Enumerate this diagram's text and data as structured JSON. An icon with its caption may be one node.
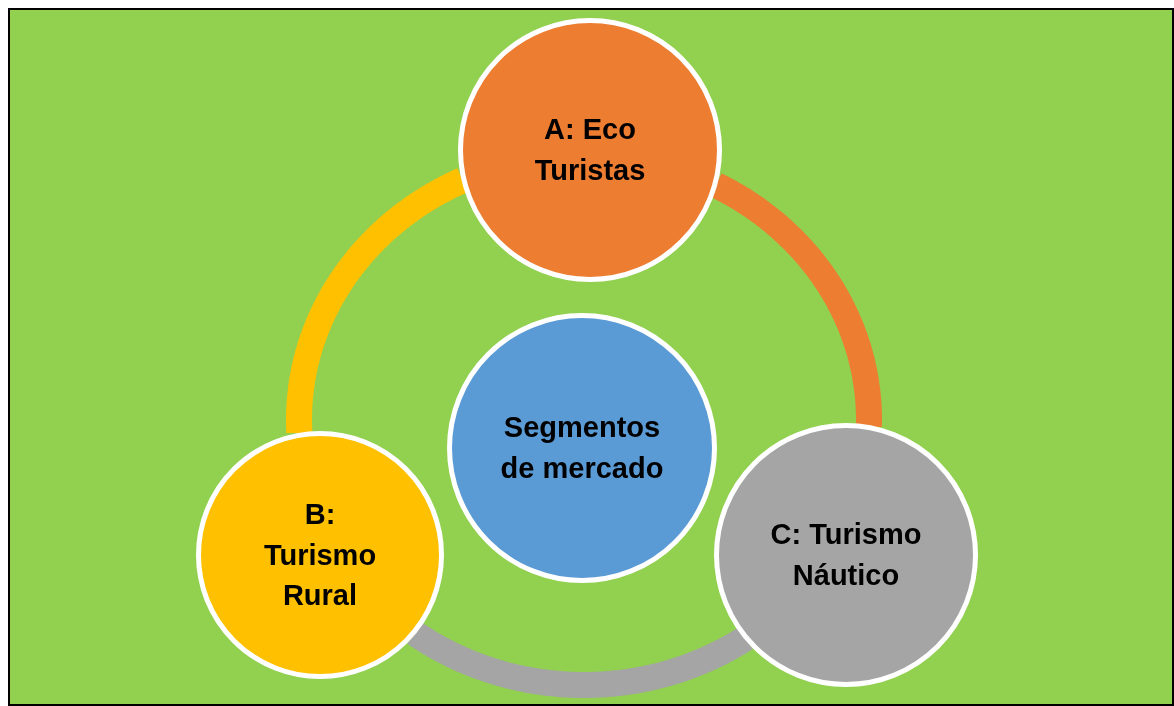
{
  "diagram": {
    "nodes": [
      {
        "text": [
          "A: Eco Turistas"
        ]
      },
      {
        "text": [
          "Segmentos de mercado"
        ]
      },
      {
        "text": [
          "B: Turismo Rural"
        ]
      },
      {
        "text": [
          "C: Turismo Náutico"
        ]
      }
    ],
    "edges": [
      {
        "from": 0,
        "to": 3,
        "arrow": "none",
        "color": "#ed7d31"
      },
      {
        "from": 2,
        "to": 3,
        "arrow": "none",
        "color": "#a5a5a5"
      },
      {
        "from": 2,
        "to": 0,
        "arrow": "none",
        "color": "#ffc000"
      }
    ]
  }
}
